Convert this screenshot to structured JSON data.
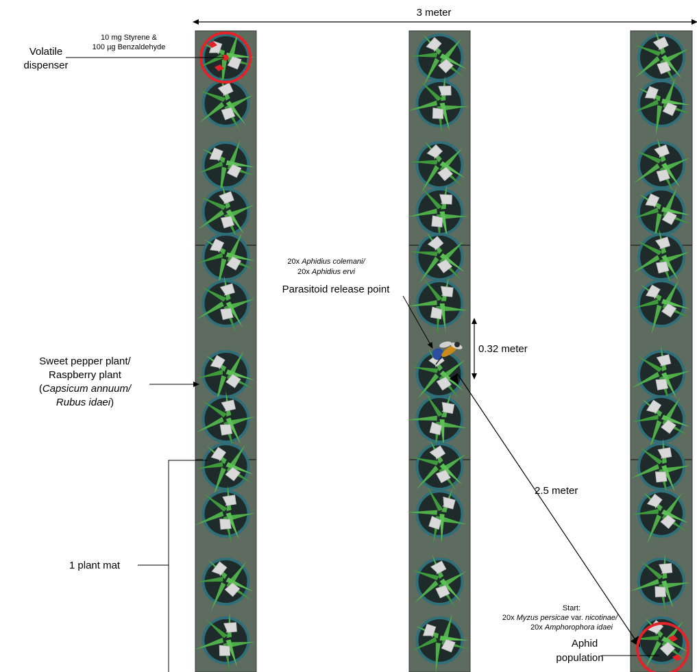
{
  "dimension_labels": {
    "width": "3 meter",
    "plant_spacing": "0.32 meter",
    "release_to_aphid": "2.5 meter"
  },
  "dispenser": {
    "dose_line1": "10 mg Styrene &",
    "dose_line2": "100 µg Benzaldehyde",
    "label_line1": "Volatile",
    "label_line2": "dispenser"
  },
  "parasitoid": {
    "species_line1_count": "20x ",
    "species_line1_name": "Aphidius colemani/",
    "species_line2_count": "20x ",
    "species_line2_name": "Aphidius ervi",
    "label": "Parasitoid release point"
  },
  "plant": {
    "line1": "Sweet pepper plant/",
    "line2": "Raspberry plant",
    "line3_open": "(",
    "line3_italic": "Capsicum annuum/",
    "line4_italic": "Rubus idaei",
    "line4_close": ")"
  },
  "mat": {
    "label": "1 plant mat"
  },
  "aphid": {
    "start_label": "Start:",
    "species_line1_count": "20x ",
    "species_line1_italic": "Myzus persicae",
    "species_line1_mid": " var. ",
    "species_line1_italic2": "nicotinae/",
    "species_line2_count": "20x ",
    "species_line2_italic": "Amphorophora idaei",
    "label_line1": "Aphid",
    "label_line2": "population"
  },
  "colors": {
    "mat": "#5e6b5f",
    "leaf": "#4fae4a",
    "leaf_dark": "#2f7d33",
    "flower": "#d9d9d9",
    "pot": "#1f2b2a",
    "pot_ring": "#2f6f7a",
    "marker_red": "#e3232a",
    "release_blue": "#2a4ea0"
  }
}
